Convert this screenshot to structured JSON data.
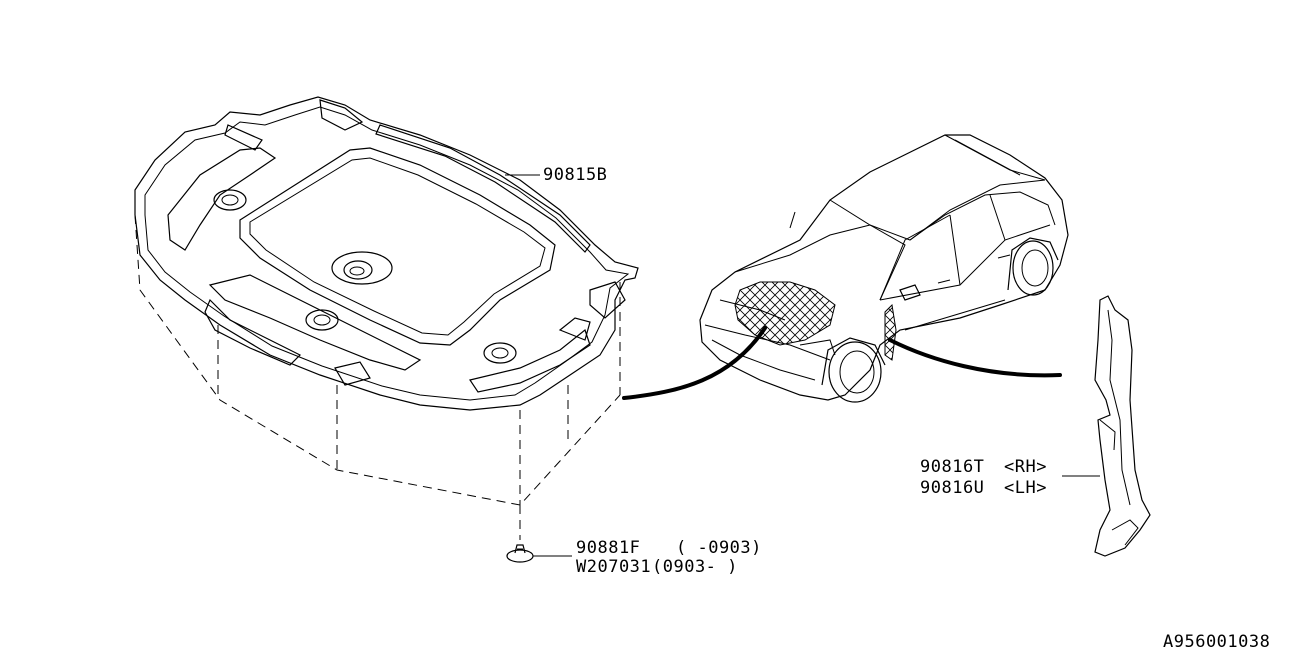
{
  "parts": {
    "hood_insulator": {
      "code": "90815B"
    },
    "clip": {
      "code_1": "90881F",
      "note_1": "(  -0903)",
      "code_2": "W207031",
      "note_2": "(0903-  )"
    },
    "side_insulator": {
      "code_rh": "90816T",
      "side_rh": "<RH>",
      "code_lh": "90816U",
      "side_lh": "<LH>"
    }
  },
  "diagram_id": "A956001038",
  "colors": {
    "line": "#000000",
    "background": "#ffffff"
  },
  "icons": [
    "hood-insulator-icon",
    "clip-icon",
    "car-icon",
    "side-insulator-icon"
  ]
}
